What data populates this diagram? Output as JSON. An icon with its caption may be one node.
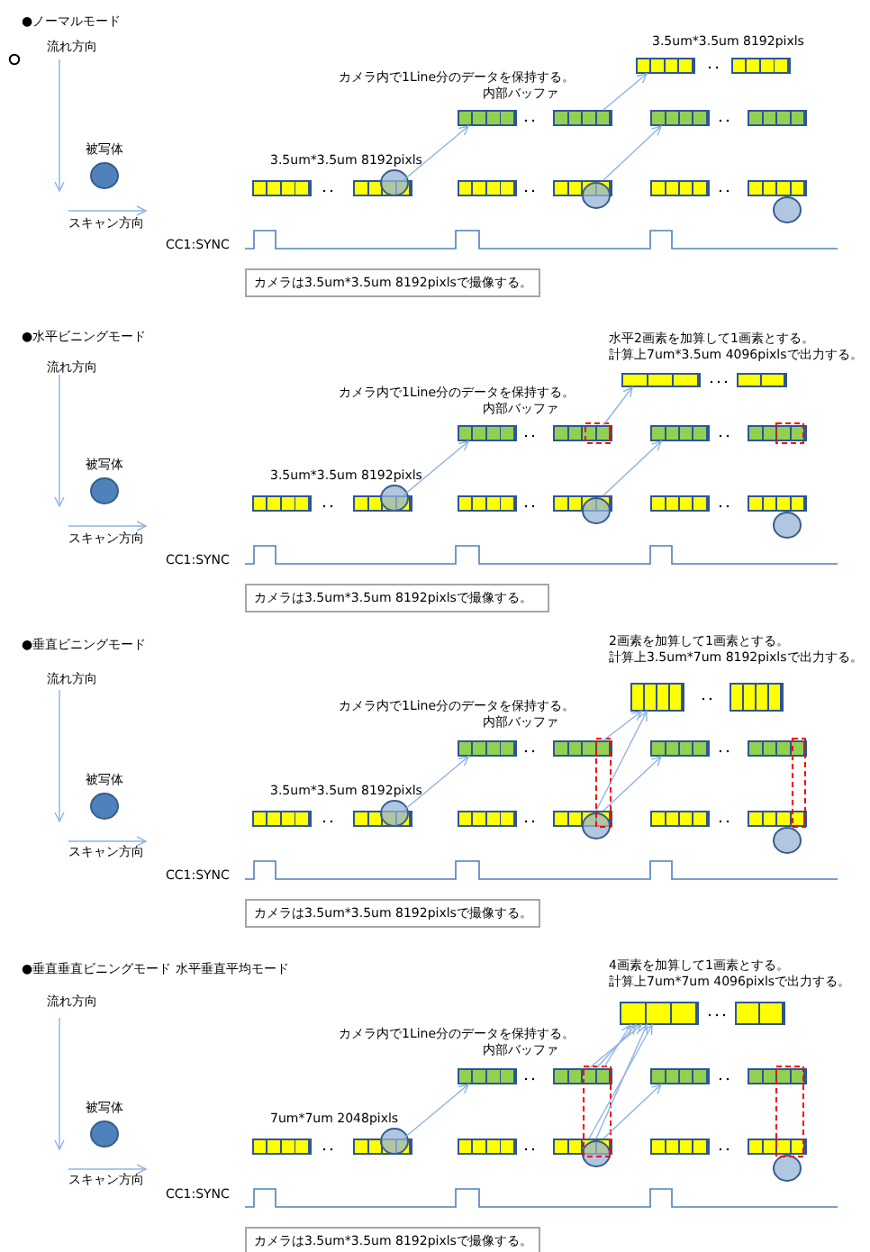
{
  "diagram": {
    "nodes": [
      {
        "text": [],
        "shape": "bar"
      },
      {
        "text": [],
        "shape": "bar"
      },
      {
        "text": [],
        "shape": "bar"
      },
      {
        "text": [],
        "shape": "bar"
      },
      {
        "text": [],
        "shape": "bar"
      },
      {
        "text": [],
        "shape": "bar"
      },
      {
        "text": [
          "被写体"
        ]
      },
      {
        "text": [],
        "shape": "bar"
      },
      {
        "text": [],
        "shape": "bar"
      },
      {
        "text": [],
        "shape": "bar"
      },
      {
        "text": [],
        "shape": "bar"
      },
      {
        "text": [],
        "shape": "bar"
      },
      {
        "text": [],
        "shape": "bar"
      },
      {
        "text": [],
        "shape": "circle"
      },
      {
        "text": [],
        "shape": "circle"
      },
      {
        "text": [],
        "shape": "circle"
      },
      {
        "text": [
          "カメラは3.5um*3.5um 8192pixlsで撮像する。"
        ]
      },
      {
        "text": [],
        "shape": "bar"
      },
      {
        "text": [],
        "shape": "bar"
      },
      {
        "text": [],
        "shape": "bar"
      },
      {
        "text": [],
        "shape": "bar"
      },
      {
        "text": [],
        "shape": "bar"
      },
      {
        "text": [],
        "shape": "bar"
      },
      {
        "text": [
          "被写体"
        ]
      },
      {
        "text": [],
        "shape": "bar"
      },
      {
        "text": [],
        "shape": "bar"
      },
      {
        "text": [],
        "shape": "bar"
      },
      {
        "text": [],
        "shape": "bar"
      },
      {
        "text": [],
        "shape": "bar"
      },
      {
        "text": [],
        "shape": "bar"
      },
      {
        "text": [],
        "shape": "circle"
      },
      {
        "text": [],
        "shape": "circle"
      },
      {
        "text": [],
        "shape": "circle"
      },
      {
        "text": [
          "カメラは3.5um*3.5um 8192pixlsで撮像する。"
        ]
      },
      {
        "text": [],
        "shape": "bar"
      },
      {
        "text": [],
        "shape": "bar"
      },
      {
        "text": [],
        "shape": "bar"
      },
      {
        "text": [],
        "shape": "bar"
      },
      {
        "text": [],
        "shape": "bar"
      },
      {
        "text": [],
        "shape": "bar"
      },
      {
        "text": [
          "被写体"
        ]
      },
      {
        "text": [],
        "shape": "bar"
      },
      {
        "text": [],
        "shape": "bar"
      },
      {
        "text": [],
        "shape": "bar"
      },
      {
        "text": [],
        "shape": "bar"
      },
      {
        "text": [],
        "shape": "bar"
      },
      {
        "text": [],
        "shape": "bar"
      },
      {
        "text": [],
        "shape": "circle"
      },
      {
        "text": [],
        "shape": "circle"
      },
      {
        "text": [],
        "shape": "circle"
      },
      {
        "text": [
          "カメラは3.5um*3.5um 8192pixlsで撮像する。"
        ]
      },
      {
        "text": [],
        "shape": "bar"
      },
      {
        "text": [],
        "shape": "bar"
      },
      {
        "text": [],
        "shape": "bar"
      },
      {
        "text": [],
        "shape": "bar"
      },
      {
        "text": [],
        "shape": "bar"
      },
      {
        "text": [],
        "shape": "bar"
      },
      {
        "text": [
          "被写体"
        ]
      },
      {
        "text": [],
        "shape": "bar"
      },
      {
        "text": [],
        "shape": "bar"
      },
      {
        "text": [],
        "shape": "bar"
      },
      {
        "text": [],
        "shape": "bar"
      },
      {
        "text": [],
        "shape": "bar"
      },
      {
        "text": [],
        "shape": "bar"
      },
      {
        "text": [],
        "shape": "circle"
      },
      {
        "text": [],
        "shape": "circle"
      },
      {
        "text": [],
        "shape": "circle"
      },
      {
        "text": [
          "カメラは3.5um*3.5um 8192pixlsで撮像する。"
        ]
      }
    ],
    "edges": [
      {
        "from": 8,
        "to": 2,
        "arrow": "to"
      },
      {
        "from": 10,
        "to": 4,
        "arrow": "to"
      },
      {
        "from": 3,
        "to": 0,
        "arrow": "to"
      },
      {
        "from": 25,
        "to": 19,
        "arrow": "to"
      },
      {
        "from": 27,
        "to": 21,
        "arrow": "to"
      },
      {
        "from": 20,
        "to": 17,
        "arrow": "to"
      },
      {
        "from": 42,
        "to": 36,
        "arrow": "to"
      },
      {
        "from": 44,
        "to": 38,
        "arrow": "to"
      },
      {
        "from": 37,
        "to": 34,
        "arrow": "to"
      },
      {
        "from": 44,
        "to": 34,
        "arrow": "to"
      },
      {
        "from": 59,
        "to": 53,
        "arrow": "to"
      },
      {
        "from": 61,
        "to": 55,
        "arrow": "to"
      },
      {
        "from": 54,
        "to": 51,
        "arrow": "to"
      },
      {
        "from": 54,
        "to": 51,
        "arrow": "to"
      },
      {
        "from": 54,
        "to": 51,
        "arrow": "to"
      },
      {
        "from": 61,
        "to": 51,
        "arrow": "to"
      },
      {
        "from": 61,
        "to": 51,
        "arrow": "to"
      }
    ],
    "labels": [
      "●ノーマルモード",
      "流れ方向",
      "3.5um*3.5um 8192pixls",
      "カメラ内で1Line分のデータを保持する。",
      "内部バッファ",
      "3.5um*3.5um 8192pixls",
      "スキャン方向",
      "CC1:SYNC",
      "●水平ビニングモード",
      "流れ方向",
      "水平2画素を加算して1画素とする。",
      "計算上7um*3.5um 4096pixlsで出力する。",
      "カメラ内で1Line分のデータを保持する。",
      "内部バッファ",
      "3.5um*3.5um 8192pixls",
      "スキャン方向",
      "CC1:SYNC",
      "●垂直ビニングモード",
      "流れ方向",
      "2画素を加算して1画素とする。",
      "計算上3.5um*7um 8192pixlsで出力する。",
      "カメラ内で1Line分のデータを保持する。",
      "内部バッファ",
      "3.5um*3.5um 8192pixls",
      "スキャン方向",
      "CC1:SYNC",
      "●垂直垂直ビニングモード 水平垂直平均モード",
      "流れ方向",
      "4画素を加算して1画素とする。",
      "計算上7um*7um 4096pixlsで出力する。",
      "カメラ内で1Line分のデータを保持する。",
      "内部バッファ",
      "7um*7um 2048pixls",
      "スキャン方向",
      "CC1:SYNC"
    ]
  }
}
